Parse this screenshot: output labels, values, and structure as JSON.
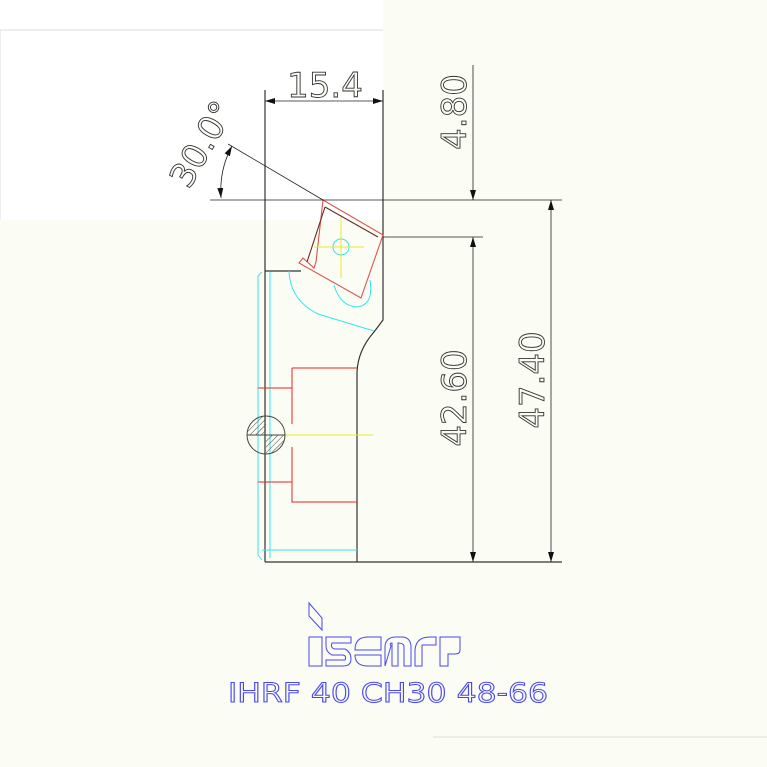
{
  "drawing": {
    "dimensions": {
      "width_top": "15.4",
      "angle": "30.0°",
      "depth_top": "4.80",
      "height_insert": "42.60",
      "height_total": "47.40"
    },
    "logo": "iscar",
    "part_designation": "IHRF 40 CH30 48-66",
    "colors": {
      "outline": "#222222",
      "insert": "#d9534f",
      "hidden": "#33e6f0",
      "centerline": "#e8e830",
      "section": "#ee2222",
      "logo": "#4848ee"
    }
  }
}
